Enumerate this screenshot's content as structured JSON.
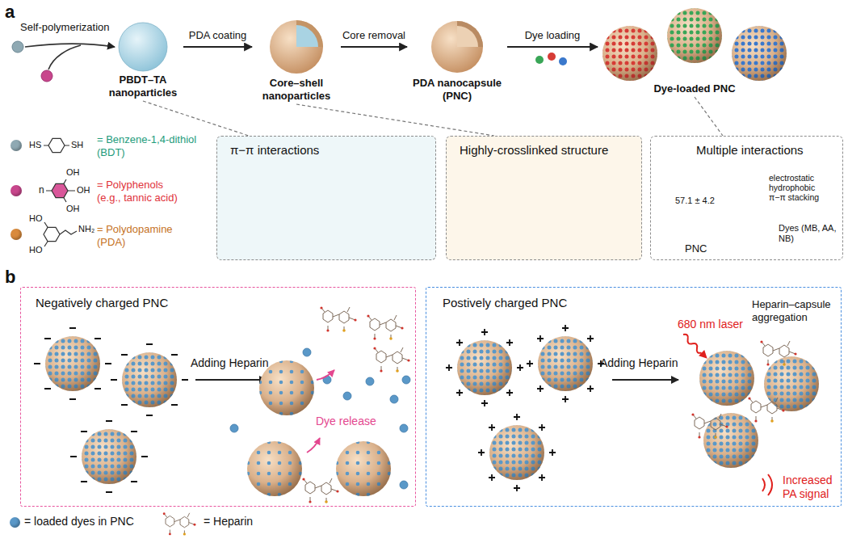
{
  "diagram": {
    "nodes": [
      {
        "text": [
          "PBDT–TA nanoparticles"
        ]
      },
      {
        "text": [
          "Core–shell nanoparticles"
        ]
      },
      {
        "text": [
          "PDA nanocapsule (PNC)"
        ]
      },
      {
        "text": [
          "Dye-loaded PNC"
        ]
      },
      {
        "text": [
          "π−π interactions"
        ]
      },
      {
        "text": [
          "Highly-crosslinked structure"
        ]
      },
      {
        "text": [
          "Multiple interactions"
        ]
      },
      {
        "text": [
          "Negatively charged PNC",
          "Adding Heparin",
          "Dye release"
        ]
      },
      {
        "text": [
          "Postively charged PNC",
          "Adding Heparin",
          "680 nm laser",
          "Heparin–capsule aggregation",
          "Increased PA signal"
        ]
      }
    ],
    "edges": [
      {
        "from": 0,
        "to": 1,
        "label": "PDA coating",
        "arrow": "to"
      },
      {
        "from": 1,
        "to": 2,
        "label": "Core removal",
        "arrow": "to"
      },
      {
        "from": 2,
        "to": 3,
        "label": "Dye loading",
        "arrow": "to"
      },
      {
        "from": 0,
        "to": 4,
        "arrow": "none"
      },
      {
        "from": 1,
        "to": 5,
        "arrow": "none"
      },
      {
        "from": 3,
        "to": 6,
        "arrow": "none"
      }
    ],
    "labels": [
      "a",
      "Self-polymerization",
      "HS",
      "SH",
      "n",
      "OH",
      "OH",
      "OH",
      "HO",
      "HO",
      "NH₂",
      "PNC",
      "57.1 ± 4.2",
      "electrostatic hydrophobic π−π stacking",
      "Dyes (MB, AA, NB)",
      "b"
    ],
    "legend": [
      {
        "text": "= Benzene-1,4-dithiol (BDT)",
        "color": "#8fa9b3"
      },
      {
        "text": "= Polyphenols (e.g., tannic acid)",
        "color": "#c8468c"
      },
      {
        "text": "= Polydopamine (PDA)",
        "color": "#d98a3c"
      },
      {
        "text": "= loaded dyes in PNC",
        "color": "#5a98c8"
      },
      {
        "text": "= Heparin"
      }
    ]
  }
}
